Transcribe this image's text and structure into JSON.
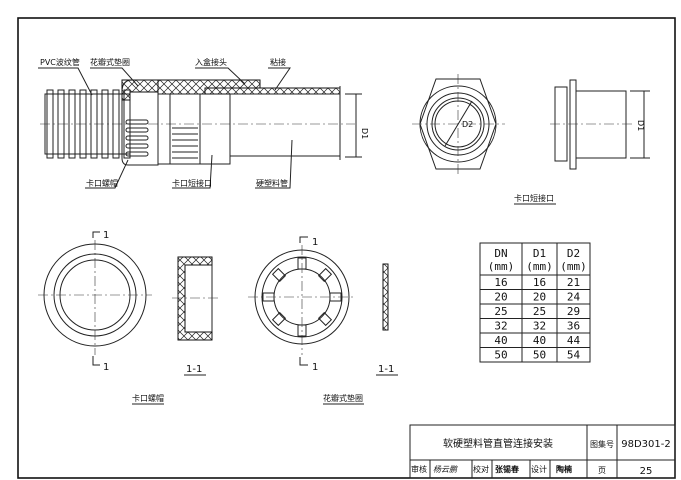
{
  "main_view": {
    "labels": {
      "pvc_tube": "PVC波纹管",
      "petal_washer": "花瓣式垫圈",
      "box_connector": "入盒接头",
      "bonding": "粘接",
      "bayonet_nut": "卡口螺帽",
      "bayonet_short_joint": "卡口短接口",
      "hard_pipe": "硬塑料管",
      "d1": "D1"
    }
  },
  "joint_view": {
    "title": "卡口短接口",
    "d1": "D1",
    "d2": "D2"
  },
  "nut_view": {
    "title": "卡口螺帽",
    "section_mark": "1",
    "section_label": "1-1"
  },
  "washer_view": {
    "title": "花瓣式垫圈",
    "section_mark": "1",
    "section_label": "1-1"
  },
  "table": {
    "headers": [
      [
        "DN",
        "(mm)"
      ],
      [
        "D1",
        "(mm)"
      ],
      [
        "D2",
        "(mm)"
      ]
    ],
    "rows": [
      [
        "16",
        "16",
        "21"
      ],
      [
        "20",
        "20",
        "24"
      ],
      [
        "25",
        "25",
        "29"
      ],
      [
        "32",
        "32",
        "36"
      ],
      [
        "40",
        "40",
        "44"
      ],
      [
        "50",
        "50",
        "54"
      ]
    ]
  },
  "title_block": {
    "title": "软硬塑料管直管连接安装",
    "atlas_label": "图集号",
    "atlas_no": "98D301-2",
    "review_label": "审核",
    "review_sig": "杨云鹏",
    "check_label": "校对",
    "check_sig": "张锡春",
    "design_label": "设计",
    "design_sig": "陶楠",
    "page_label": "页",
    "page_no": "25"
  }
}
